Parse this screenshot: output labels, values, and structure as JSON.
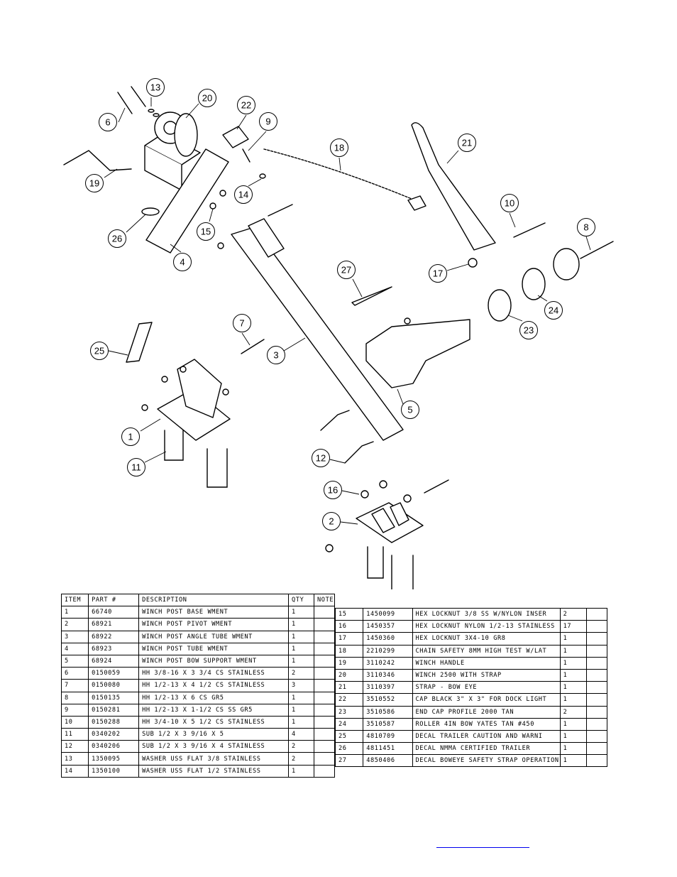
{
  "callouts": [
    {
      "label": "13"
    },
    {
      "label": "20"
    },
    {
      "label": "6"
    },
    {
      "label": "22"
    },
    {
      "label": "9"
    },
    {
      "label": "18"
    },
    {
      "label": "21"
    },
    {
      "label": "19"
    },
    {
      "label": "14"
    },
    {
      "label": "10"
    },
    {
      "label": "8"
    },
    {
      "label": "26"
    },
    {
      "label": "15"
    },
    {
      "label": "4"
    },
    {
      "label": "27"
    },
    {
      "label": "17"
    },
    {
      "label": "24"
    },
    {
      "label": "23"
    },
    {
      "label": "7"
    },
    {
      "label": "3"
    },
    {
      "label": "25"
    },
    {
      "label": "5"
    },
    {
      "label": "1"
    },
    {
      "label": "11"
    },
    {
      "label": "12"
    },
    {
      "label": "16"
    },
    {
      "label": "2"
    }
  ],
  "table": {
    "headers": [
      "ITEM",
      "PART #",
      "DESCRIPTION",
      "QTY",
      "NOTE"
    ],
    "left_rows": [
      [
        "1",
        "66740",
        "WINCH POST BASE WMENT",
        "1",
        ""
      ],
      [
        "2",
        "68921",
        "WINCH POST PIVOT WMENT",
        "1",
        ""
      ],
      [
        "3",
        "68922",
        "WINCH POST ANGLE TUBE WMENT",
        "1",
        ""
      ],
      [
        "4",
        "68923",
        "WINCH POST TUBE WMENT",
        "1",
        ""
      ],
      [
        "5",
        "68924",
        "WINCH POST BOW SUPPORT WMENT",
        "1",
        ""
      ],
      [
        "6",
        "0150059",
        "HH 3/8-16 X 3 3/4 CS STAINLESS",
        "2",
        ""
      ],
      [
        "7",
        "0150080",
        "HH 1/2-13 X 4 1/2 CS STAINLESS",
        "3",
        ""
      ],
      [
        "8",
        "0150135",
        "HH 1/2-13 X 6 CS GR5",
        "1",
        ""
      ],
      [
        "9",
        "0150281",
        "HH 1/2-13 X 1-1/2 CS SS GR5",
        "1",
        ""
      ],
      [
        "10",
        "0150288",
        "HH 3/4-10 X 5 1/2 CS STAINLESS",
        "1",
        ""
      ],
      [
        "11",
        "0340202",
        "SUB 1/2 X 3 9/16 X 5",
        "4",
        ""
      ],
      [
        "12",
        "0340206",
        "SUB 1/2 X 3 9/16 X 4 STAINLESS",
        "2",
        ""
      ],
      [
        "13",
        "1350095",
        "WASHER USS FLAT 3/8 STAINLESS",
        "2",
        ""
      ],
      [
        "14",
        "1350100",
        "WASHER USS FLAT 1/2 STAINLESS",
        "1",
        ""
      ]
    ],
    "right_rows": [
      [
        "15",
        "1450099",
        "HEX LOCKNUT 3/8 SS W/NYLON INSER",
        "2",
        ""
      ],
      [
        "16",
        "1450357",
        "HEX LOCKNUT NYLON 1/2-13 STAINLESS",
        "17",
        ""
      ],
      [
        "17",
        "1450360",
        "HEX LOCKNUT 3X4-10 GR8",
        "1",
        ""
      ],
      [
        "18",
        "2210299",
        "CHAIN SAFETY 8MM HIGH TEST W/LAT",
        "1",
        ""
      ],
      [
        "19",
        "3110242",
        "WINCH HANDLE",
        "1",
        ""
      ],
      [
        "20",
        "3110346",
        "WINCH 2500 WITH STRAP",
        "1",
        ""
      ],
      [
        "21",
        "3110397",
        "STRAP - BOW EYE",
        "1",
        ""
      ],
      [
        "22",
        "3510552",
        "CAP BLACK 3\" X 3\" FOR DOCK LIGHT",
        "1",
        ""
      ],
      [
        "23",
        "3510586",
        "END CAP PROFILE 2000 TAN",
        "2",
        ""
      ],
      [
        "24",
        "3510587",
        "ROLLER 4IN BOW YATES TAN #450",
        "1",
        ""
      ],
      [
        "25",
        "4810709",
        "DECAL TRAILER CAUTION AND WARNI",
        "1",
        ""
      ],
      [
        "26",
        "4811451",
        "DECAL NMMA CERTIFIED TRAILER",
        "1",
        ""
      ],
      [
        "27",
        "4850406",
        "DECAL BOWEYE SAFETY STRAP OPERATION",
        "1",
        ""
      ]
    ]
  }
}
